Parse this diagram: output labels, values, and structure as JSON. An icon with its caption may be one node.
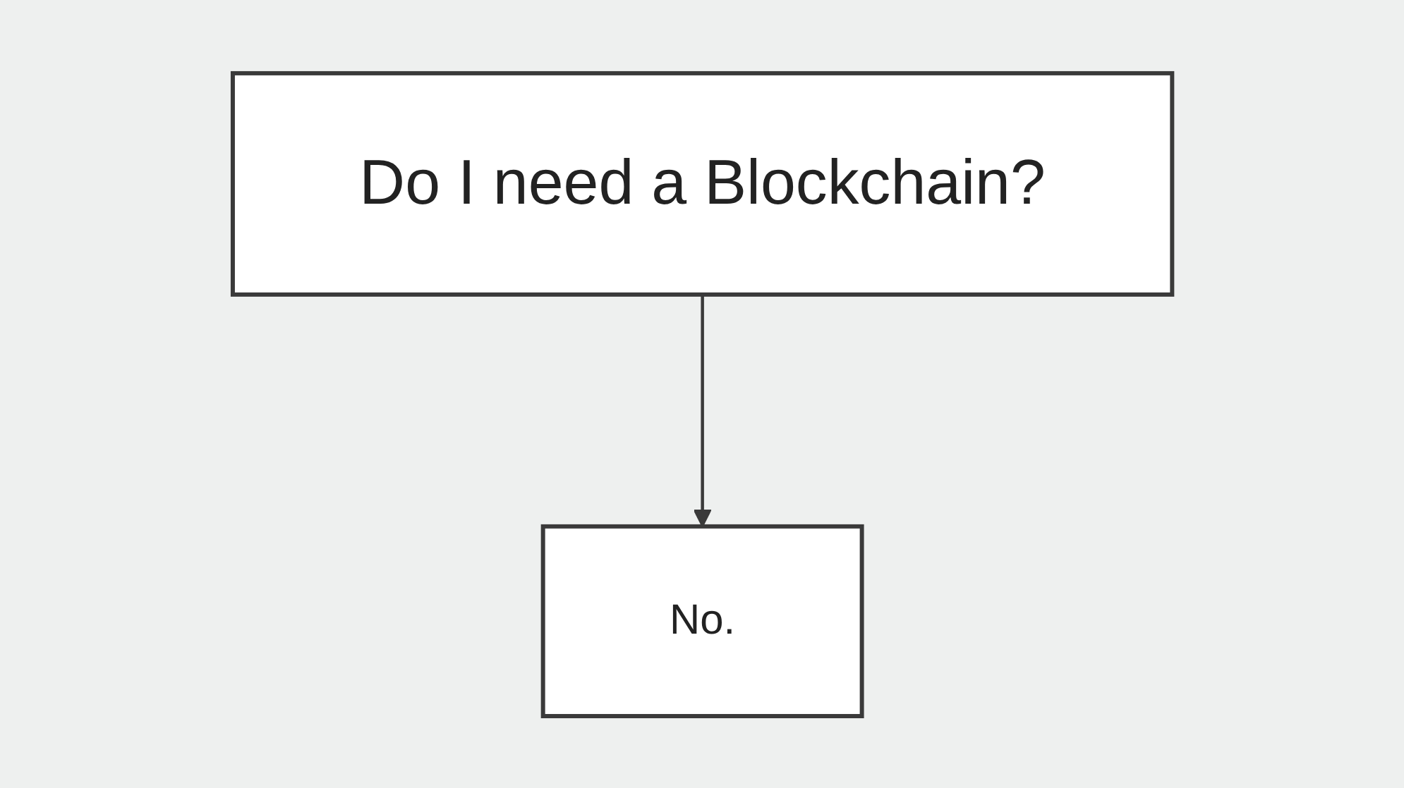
{
  "diagram": {
    "nodes": [
      {
        "text": [
          "Do I need a Blockchain?"
        ]
      },
      {
        "text": [
          "No."
        ]
      }
    ],
    "edges": [
      {
        "from": 0,
        "to": 1,
        "arrow": "to"
      }
    ]
  }
}
